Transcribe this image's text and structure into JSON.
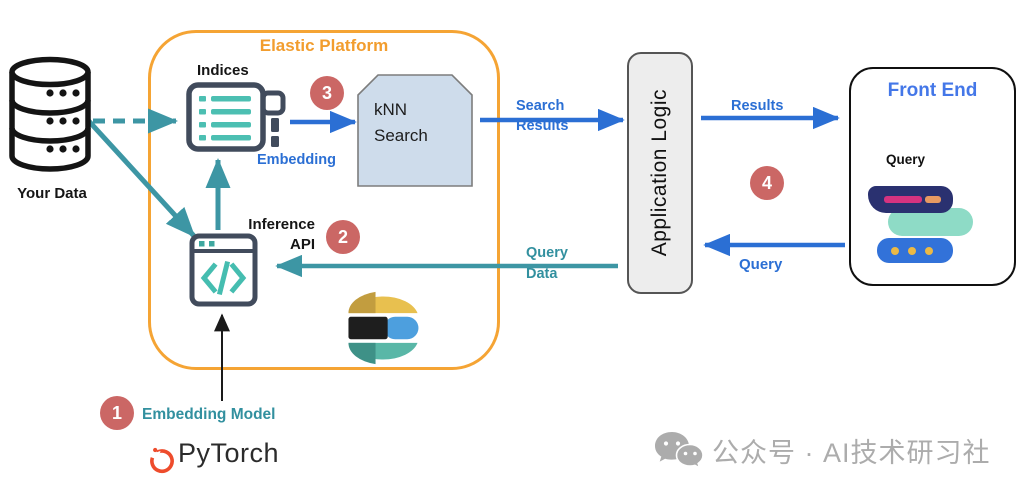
{
  "diagram": {
    "platform_title": "Elastic Platform",
    "nodes": {
      "your_data": "Your Data",
      "indices": "Indices",
      "knn_search": "kNN Search",
      "inference_api": "Inference API",
      "application_logic": "Application Logic",
      "front_end": "Front End",
      "front_end_query_widget": "Query"
    },
    "edges": {
      "embedding": "Embedding",
      "search_results": "Search Results",
      "results": "Results",
      "query": "Query",
      "query_data": "Query Data",
      "embedding_model": "Embedding Model"
    },
    "steps": {
      "s1": "1",
      "s2": "2",
      "s3": "3",
      "s4": "4"
    },
    "logos": {
      "pytorch": "PyTorch"
    },
    "icons": {
      "database": "database-cylinder-icon",
      "indices": "index-list-icon",
      "inference": "code-window-icon",
      "elastic": "elastic-logo",
      "pytorch": "pytorch-flame-icon",
      "wechat": "wechat-bubbles-icon"
    },
    "colors": {
      "platform_orange": "#F5A434",
      "arrow_blue": "#2B6FD4",
      "arrow_teal": "#3D96A4",
      "badge_red": "#CB6765",
      "front_end_blue": "#4477E8",
      "teal_label": "#32909F",
      "knn_fill": "#CEDCEB",
      "app_logic_fill": "#EDEDED",
      "icon_slate": "#414B5C",
      "icon_teal": "#4CBFB2",
      "pytorch_orange": "#EE4C2C",
      "watermark_gray": "#ACACAC"
    }
  },
  "watermark": {
    "text": "公众号 · AI技术研习社"
  }
}
